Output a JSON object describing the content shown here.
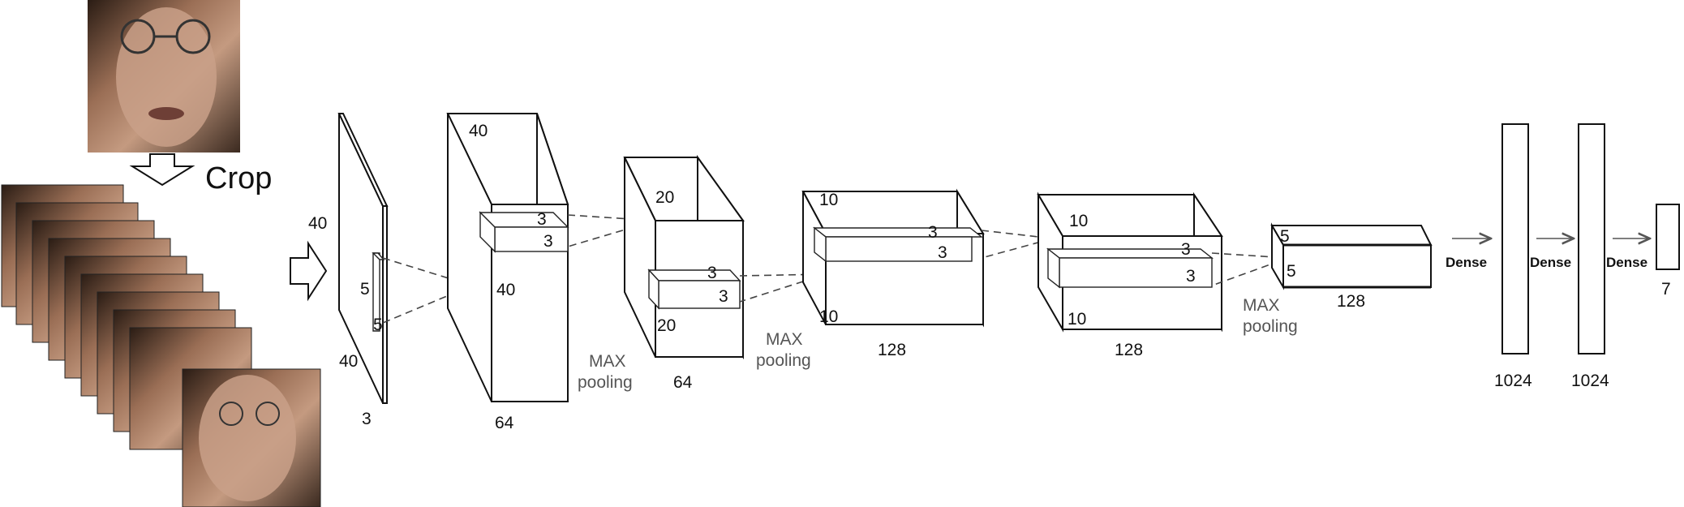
{
  "crop_label": "Crop",
  "input_layer": {
    "height": "40",
    "width": "40",
    "depth": "3",
    "kernel_h": "5",
    "kernel_w": "5"
  },
  "conv1": {
    "height": "40",
    "width": "40",
    "depth": "64",
    "kernel_a": "3",
    "kernel_b": "3"
  },
  "pool1_label": {
    "line1": "MAX",
    "line2": "pooling"
  },
  "conv2": {
    "height": "20",
    "width": "20",
    "depth": "64",
    "kernel_a": "3",
    "kernel_b": "3"
  },
  "pool2_label": {
    "line1": "MAX",
    "line2": "pooling"
  },
  "conv3": {
    "height": "10",
    "width": "10",
    "depth": "128",
    "kernel_a": "3",
    "kernel_b": "3"
  },
  "conv4": {
    "height": "10",
    "width": "10",
    "depth": "128",
    "kernel_a": "3",
    "kernel_b": "3"
  },
  "pool3_label": {
    "line1": "MAX",
    "line2": "pooling"
  },
  "conv5": {
    "height": "5",
    "width": "5",
    "depth": "128"
  },
  "dense_labels": [
    "Dense",
    "Dense",
    "Dense"
  ],
  "fc1": {
    "size": "1024"
  },
  "fc2": {
    "size": "1024"
  },
  "output": {
    "size": "7"
  }
}
